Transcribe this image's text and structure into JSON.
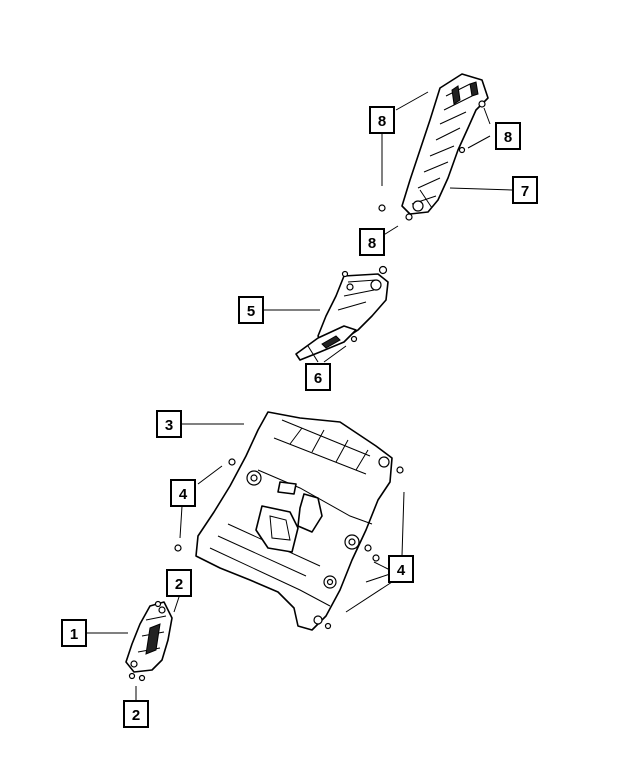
{
  "diagram": {
    "callouts": [
      {
        "id": "c1",
        "label": "1"
      },
      {
        "id": "c2a",
        "label": "2"
      },
      {
        "id": "c2b",
        "label": "2"
      },
      {
        "id": "c3",
        "label": "3"
      },
      {
        "id": "c4a",
        "label": "4"
      },
      {
        "id": "c4b",
        "label": "4"
      },
      {
        "id": "c5",
        "label": "5"
      },
      {
        "id": "c6",
        "label": "6"
      },
      {
        "id": "c7",
        "label": "7"
      },
      {
        "id": "c8a",
        "label": "8"
      },
      {
        "id": "c8b",
        "label": "8"
      },
      {
        "id": "c8c",
        "label": "8"
      }
    ]
  }
}
